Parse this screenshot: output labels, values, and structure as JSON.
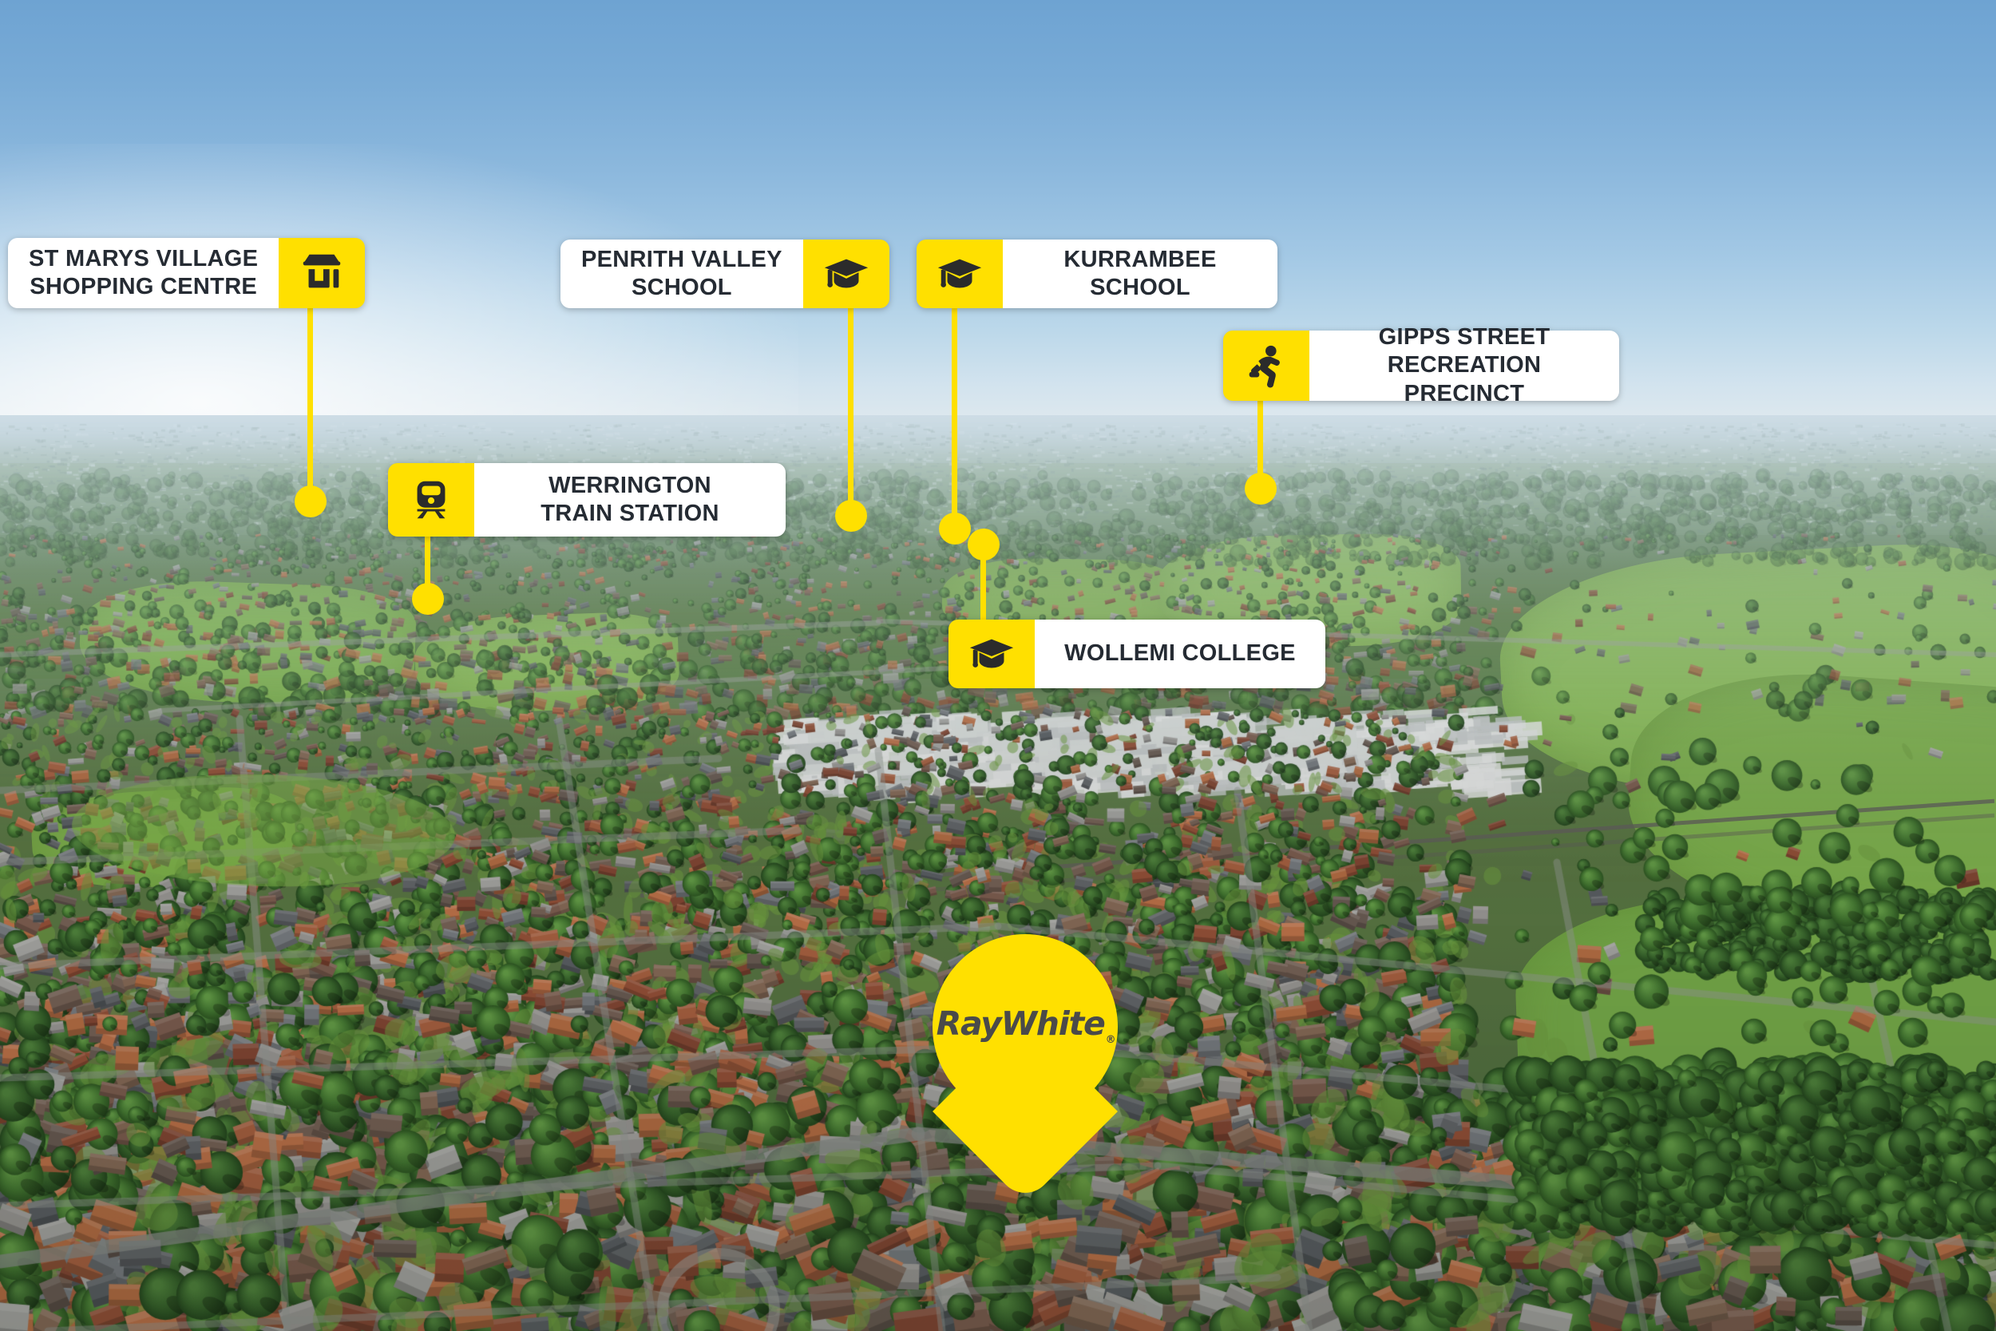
{
  "scene": {
    "type": "aerial-property-map",
    "branding": {
      "brand_name": "RayWhite",
      "trademark_symbol": "®",
      "accent_color": "#FFE000",
      "text_color": "#252b33",
      "pin_label": "RayWhite"
    }
  },
  "markers": [
    {
      "id": "st-marys-village-shopping-centre",
      "label": "ST MARYS VILLAGE\nSHOPPING CENTRE",
      "icon": "shop-icon",
      "badge_side": "right"
    },
    {
      "id": "penrith-valley-school",
      "label": "PENRITH VALLEY\nSCHOOL",
      "icon": "graduation-cap-icon",
      "badge_side": "right"
    },
    {
      "id": "kurrambee-school",
      "label": "KURRAMBEE\nSCHOOL",
      "icon": "graduation-cap-icon",
      "badge_side": "left"
    },
    {
      "id": "gipps-street-recreation-precinct",
      "label": "GIPPS STREET\nRECREATION PRECINCT",
      "icon": "runner-icon",
      "badge_side": "left"
    },
    {
      "id": "werrington-train-station",
      "label": "WERRINGTON\nTRAIN STATION",
      "icon": "train-icon",
      "badge_side": "left"
    },
    {
      "id": "wollemi-college",
      "label": "WOLLEMI COLLEGE",
      "icon": "graduation-cap-icon",
      "badge_side": "left"
    }
  ]
}
